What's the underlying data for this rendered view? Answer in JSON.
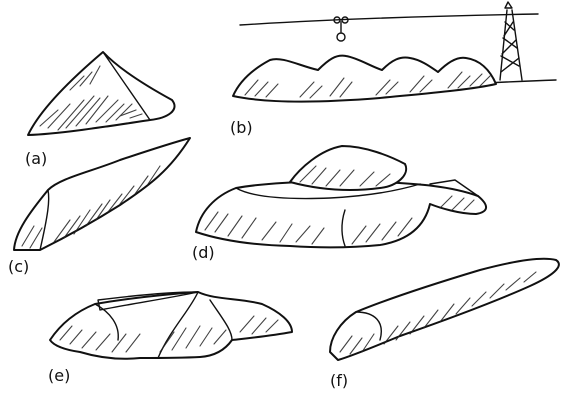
{
  "labels": {
    "a": "(a)",
    "b": "(b)",
    "c": "(c)",
    "d": "(d)",
    "e": "(e)",
    "f": "(f)"
  },
  "colors": {
    "ink": "#111111",
    "paper": "#ffffff"
  },
  "icons": {
    "b_conveyor_tower": "lattice-tower-icon",
    "b_stacker": "stacker-head-icon"
  }
}
